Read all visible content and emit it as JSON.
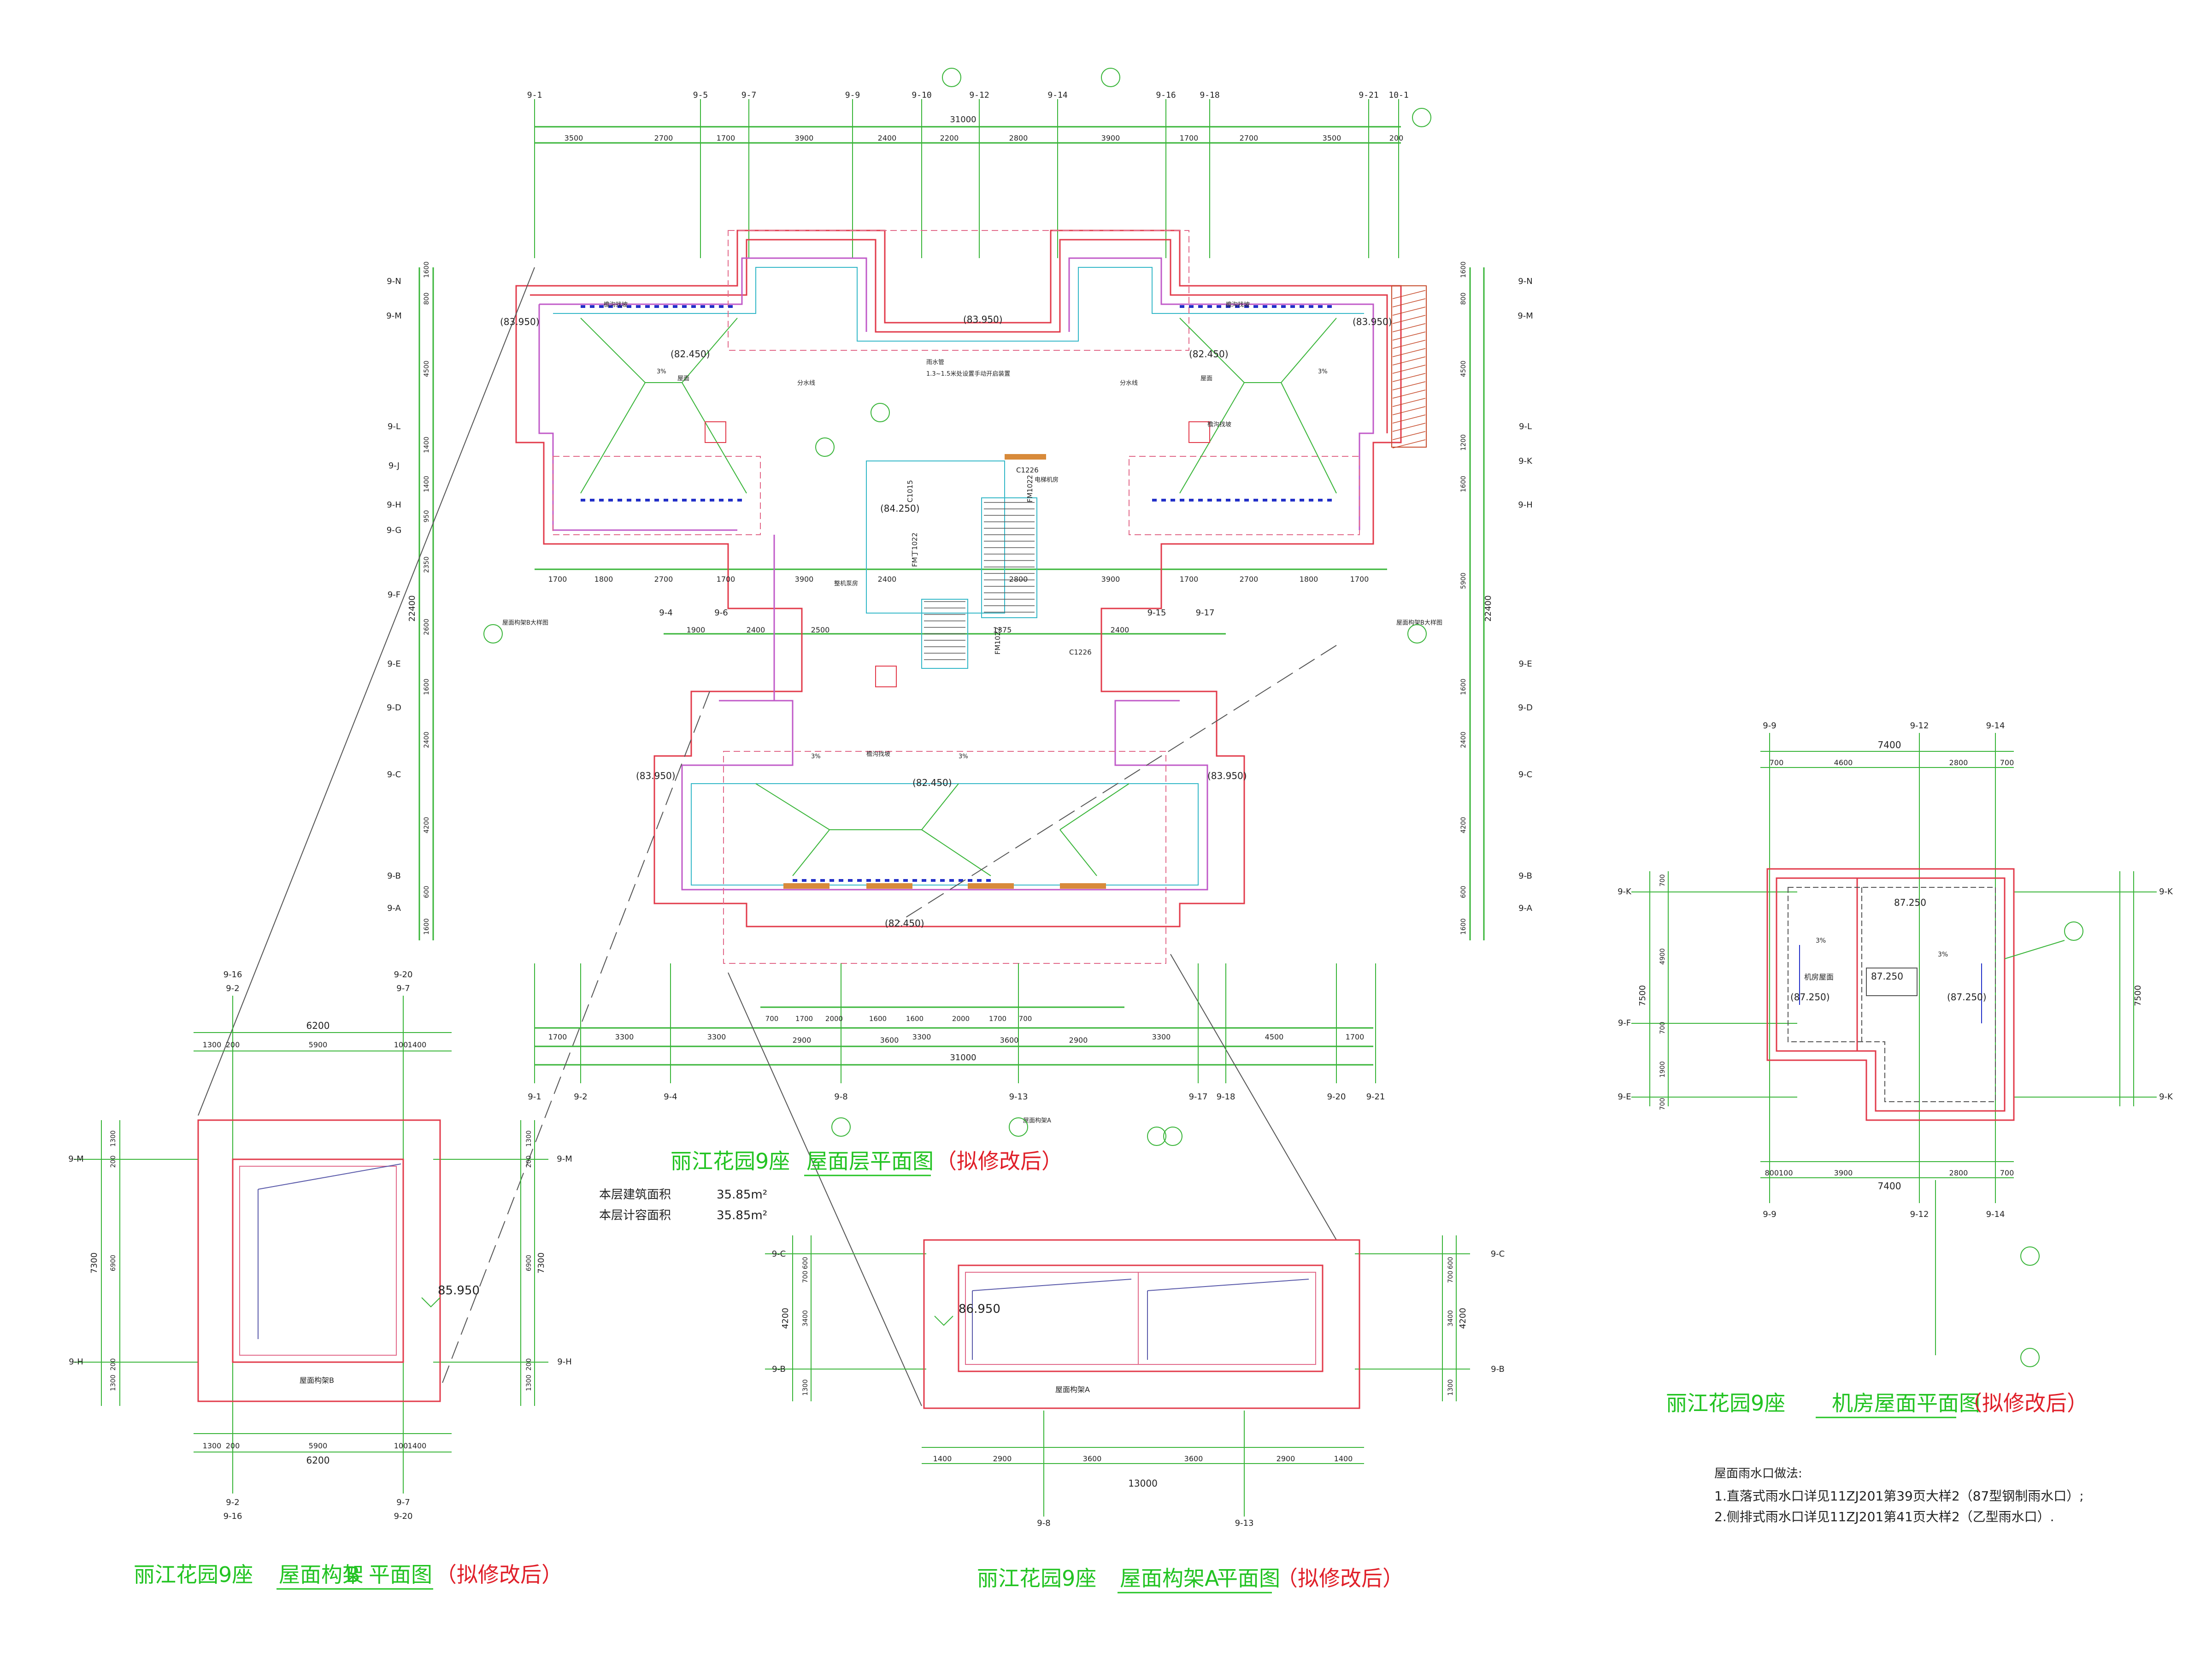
{
  "colors": {
    "dimension": "#39b539",
    "wall": "#e23a4a",
    "parapet": "#c05ac8",
    "title_green": "#22c322",
    "title_red": "#e0202a",
    "text": "#222222",
    "blue_mark": "#2230c8",
    "cyan": "#35b8c8"
  },
  "main_plan": {
    "title_a": "丽江花园9座",
    "title_b": "屋面层平面图",
    "title_c": "（拟修改后）",
    "area_label_1": "本层建筑面积",
    "area_value_1": "35.85m²",
    "area_label_2": "本层计容面积",
    "area_value_2": "35.85m²",
    "top_axes": [
      "9-1",
      "9-5",
      "9-7",
      "9-9",
      "9-10",
      "9-12",
      "9-14",
      "9-16",
      "9-18",
      "9-21",
      "10-1"
    ],
    "top_dims": [
      "3500",
      "2700",
      "1700",
      "3900",
      "2400",
      "2200",
      "2800",
      "3900",
      "1700",
      "2700",
      "3500",
      "200"
    ],
    "top_total": "31000",
    "top_extra": "200",
    "mid_dims_upper": [
      "1700",
      "1800",
      "2700",
      "1700",
      "3900",
      "2400",
      "2800",
      "3900",
      "1700",
      "2700",
      "1800",
      "1700"
    ],
    "mid_axes": [
      "9-4",
      "9-6",
      "9-15",
      "9-17"
    ],
    "mid_dims_lower": [
      "1900",
      "2400",
      "2500",
      "1375",
      "2400"
    ],
    "bottom_axes": [
      "9-1",
      "9-2",
      "9-4",
      "9-8",
      "9-13",
      "9-17",
      "9-18",
      "9-20",
      "9-21"
    ],
    "bottom_dims_inner": [
      "700",
      "1700",
      "2000",
      "1600",
      "1600",
      "2000",
      "1700",
      "700"
    ],
    "bottom_dims_mid": [
      "2900",
      "3600",
      "3600",
      "2900"
    ],
    "bottom_dims_outer": [
      "1700",
      "3300",
      "3300",
      "3300",
      "3300",
      "4500",
      "1700"
    ],
    "bottom_total": "31000",
    "left_axes": [
      "9-N",
      "9-M",
      "9-L",
      "9-J",
      "9-H",
      "9-G",
      "9-F",
      "9-E",
      "9-D",
      "9-C",
      "9-B",
      "9-A"
    ],
    "left_dims": [
      "1600",
      "800",
      "4500",
      "1400",
      "1400",
      "950",
      "2350",
      "2600",
      "1600",
      "2400",
      "4200",
      "600",
      "1600"
    ],
    "left_total": "22400",
    "right_axes": [
      "9-N",
      "9-M",
      "9-L",
      "9-K",
      "9-H",
      "9-E",
      "9-D",
      "9-C",
      "9-B",
      "9-A"
    ],
    "right_dims": [
      "1600",
      "800",
      "4500",
      "1200",
      "1600",
      "5900",
      "1600",
      "2400",
      "4200",
      "600",
      "1600"
    ],
    "right_total": "22400",
    "elevations": [
      "(83.950)",
      "(83.950)",
      "(82.450)",
      "(82.450)",
      "(84.250)",
      "(83.950)",
      "(83.950)",
      "(82.450)",
      "(82.450)",
      "(83.950)"
    ],
    "notes": [
      "屋面",
      "屋面",
      "分水线",
      "分水线",
      "3%",
      "3%",
      "3%",
      "3%",
      "檐沟找坡",
      "檐沟找坡",
      "檐沟找坡",
      "檐沟找坡",
      "雨水管",
      "1.3~1.5米处设置手动开启装置",
      "整机泵房",
      "电梯机房",
      "屋面构架B大样图",
      "屋面构架B大样图",
      "屋面构架A"
    ],
    "tags": [
      "C1226",
      "FM1022",
      "FM1022",
      "C1015",
      "C1226",
      "FM丁1022"
    ]
  },
  "frame_b": {
    "title_a": "丽江花园9座",
    "title_b": "屋面构架",
    "title_letter": "B",
    "title_c": "平面图",
    "title_d": "（拟修改后）",
    "axes_top": [
      "9-16",
      "9-2",
      "9-20",
      "9-7"
    ],
    "axes_bottom": [
      "9-2",
      "9-16",
      "9-7",
      "9-20"
    ],
    "axes_side": [
      "9-M",
      "9-H"
    ],
    "dims_top": [
      "1300",
      "200",
      "5900",
      "100",
      "1400"
    ],
    "total_top": "6200",
    "dims_bottom": [
      "1300",
      "200",
      "5900",
      "100",
      "1400"
    ],
    "total_bottom": "6200",
    "dims_side": [
      "1300",
      "200",
      "6900",
      "200",
      "1300"
    ],
    "total_side": "7300",
    "elevation": "85.950",
    "label": "屋面构架B"
  },
  "frame_a": {
    "title_a": "丽江花园9座",
    "title_b": "屋面构架A",
    "title_c": "平面图",
    "title_d": "（拟修改后）",
    "axes_bottom": [
      "9-8",
      "9-13"
    ],
    "axes_side": [
      "9-C",
      "9-B"
    ],
    "dims_bottom": [
      "1400",
      "2900",
      "3600",
      "3600",
      "2900",
      "1400"
    ],
    "total_bottom": "13000",
    "dims_side": [
      "600",
      "700",
      "3400",
      "1300"
    ],
    "total_side": "4200",
    "elevation": "86.950",
    "label": "屋面构架A"
  },
  "machine_room": {
    "title_a": "丽江花园9座",
    "title_b": "机房屋面平面图",
    "title_c": "（拟修改后）",
    "axes_top": [
      "9-9",
      "9-12",
      "9-14"
    ],
    "axes_bottom": [
      "9-9",
      "9-12",
      "9-14"
    ],
    "axes_left": [
      "9-K",
      "9-F",
      "9-E"
    ],
    "axes_right": [
      "9-K",
      "9-K"
    ],
    "dims_top": [
      "700",
      "4600",
      "2800",
      "700"
    ],
    "total_top": "7400",
    "dims_bottom": [
      "800100",
      "3900",
      "2800",
      "700"
    ],
    "total_bottom": "7400",
    "dims_left": [
      "700",
      "4900",
      "700",
      "1900",
      "700"
    ],
    "total_left": "7500",
    "total_right": "7500",
    "elevations": [
      "87.250",
      "87.250",
      "(87.250)",
      "(87.250)"
    ],
    "labels": [
      "机房屋面",
      "3%",
      "3%"
    ]
  },
  "drain_notes": {
    "heading": "屋面雨水口做法:",
    "line1": "1.直落式雨水口详见11ZJ201第39页大样2（87型钢制雨水口）;",
    "line2": "2.侧排式雨水口详见11ZJ201第41页大样2（乙型雨水口）."
  }
}
